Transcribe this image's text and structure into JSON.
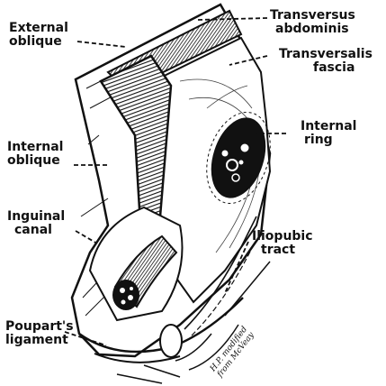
{
  "labels": {
    "external_oblique": [
      "External",
      "oblique"
    ],
    "transversus_abdominis": [
      "Transversus",
      "abdominis"
    ],
    "transversalis_fascia": [
      "Transversalis",
      "fascia"
    ],
    "internal_ring": [
      "Internal",
      "ring"
    ],
    "internal_oblique": [
      "Internal",
      "oblique"
    ],
    "inguinal_canal": [
      "Inguinal",
      "canal"
    ],
    "iliopubic_tract": [
      "Iliopubic",
      "tract"
    ],
    "pouparts_ligament": [
      "Poupart's",
      "ligament"
    ]
  },
  "signature": [
    "H.P. modified",
    "from McVeay"
  ],
  "colors": {
    "ink": "#111111",
    "paper": "#ffffff"
  }
}
